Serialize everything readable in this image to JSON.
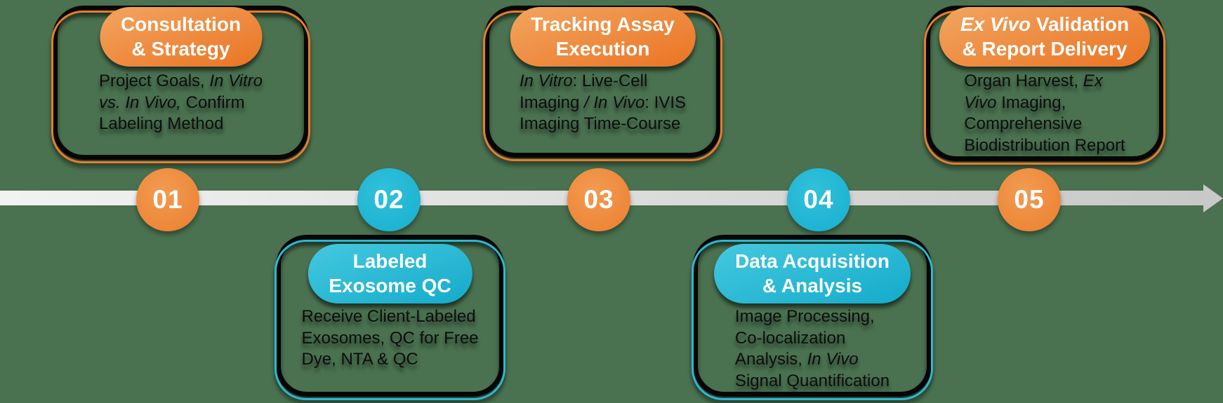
{
  "background_color": "#4A7250",
  "timeline": {
    "bar_color_start": "#F2F2F2",
    "bar_color_end": "#C8C8C8",
    "arrow_color": "#C9C9C9"
  },
  "accents": {
    "orange": {
      "pill_start": "#F2A55F",
      "pill_end": "#EA7424",
      "circle_light": "#F19C52",
      "circle": "#EC7E2E",
      "outline": "#E87D2B"
    },
    "cyan": {
      "pill_start": "#45C8DF",
      "pill_end": "#14ABCB",
      "circle_light": "#31C1DB",
      "circle": "#17AFCE",
      "outline": "#29B9D6"
    }
  },
  "steps": [
    {
      "number": "01",
      "accent": "orange",
      "side": "top",
      "title_lines": [
        [
          {
            "text": "Consultation"
          }
        ],
        [
          {
            "text": "& Strategy"
          }
        ]
      ],
      "body": [
        {
          "text": "Project Goals, "
        },
        {
          "text": "In Vitro",
          "italic": true
        },
        {
          "br": true
        },
        {
          "text": "vs. In Vivo,",
          "italic": true
        },
        {
          "text": " Confirm"
        },
        {
          "br": true
        },
        {
          "text": "Labeling Method"
        }
      ]
    },
    {
      "number": "02",
      "accent": "cyan",
      "side": "bottom",
      "title_lines": [
        [
          {
            "text": "Labeled"
          }
        ],
        [
          {
            "text": "Exosome QC"
          }
        ]
      ],
      "body": [
        {
          "text": "Receive Client-Labeled"
        },
        {
          "br": true
        },
        {
          "text": "Exosomes, QC for Free"
        },
        {
          "br": true
        },
        {
          "text": "Dye, NTA & QC"
        }
      ]
    },
    {
      "number": "03",
      "accent": "orange",
      "side": "top",
      "title_lines": [
        [
          {
            "text": "Tracking Assay"
          }
        ],
        [
          {
            "text": "Execution"
          }
        ]
      ],
      "body": [
        {
          "text": "In Vitro",
          "italic": true
        },
        {
          "text": ": Live-Cell"
        },
        {
          "br": true
        },
        {
          "text": "Imaging "
        },
        {
          "text": "/ In Vivo",
          "italic": true
        },
        {
          "text": ": IVIS"
        },
        {
          "br": true
        },
        {
          "text": "Imaging Time-Course"
        }
      ]
    },
    {
      "number": "04",
      "accent": "cyan",
      "side": "bottom",
      "title_lines": [
        [
          {
            "text": "Data Acquisition"
          }
        ],
        [
          {
            "text": "& Analysis"
          }
        ]
      ],
      "body": [
        {
          "text": "Image Processing,"
        },
        {
          "br": true
        },
        {
          "text": "Co-localization"
        },
        {
          "br": true
        },
        {
          "text": "Analysis, "
        },
        {
          "text": "In Vivo",
          "italic": true
        },
        {
          "br": true
        },
        {
          "text": "Signal Quantification"
        }
      ]
    },
    {
      "number": "05",
      "accent": "orange",
      "side": "top",
      "title_lines": [
        [
          {
            "text": "Ex Vivo ",
            "italic": true
          },
          {
            "text": "Validation"
          }
        ],
        [
          {
            "text": "& Report Delivery"
          }
        ]
      ],
      "body": [
        {
          "text": "Organ Harvest, "
        },
        {
          "text": "Ex",
          "italic": true
        },
        {
          "br": true
        },
        {
          "text": "Vivo",
          "italic": true
        },
        {
          "text": " Imaging,"
        },
        {
          "br": true
        },
        {
          "text": "Comprehensive"
        },
        {
          "br": true
        },
        {
          "text": "Biodistribution Report"
        }
      ]
    }
  ]
}
